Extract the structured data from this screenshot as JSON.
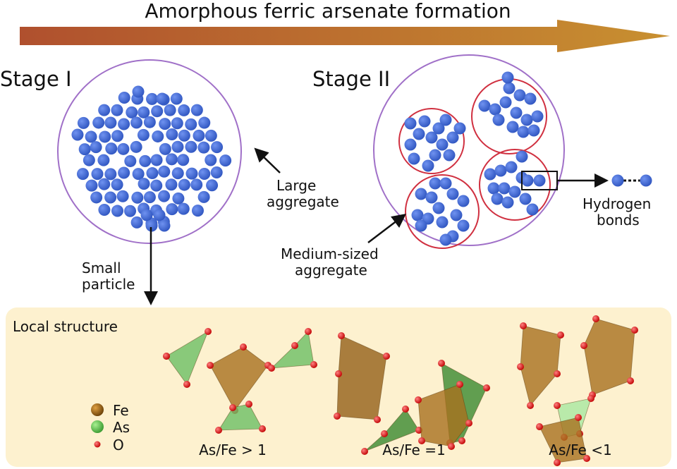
{
  "title": "Amorphous ferric arsenate formation",
  "stage1": {
    "label": "Stage I",
    "large_aggregate": [
      "Large",
      "aggregate"
    ],
    "small_particle": [
      "Small",
      "particle"
    ]
  },
  "stage2": {
    "label": "Stage II",
    "medium_aggregate": [
      "Medium-sized",
      "aggregate"
    ],
    "hydrogen_bonds": [
      "Hydrogen",
      "bonds"
    ]
  },
  "local_structure": {
    "title": "Local structure",
    "legend": [
      {
        "label": "Fe",
        "color": "#a8701a"
      },
      {
        "label": "As",
        "color": "#5dbb4f"
      },
      {
        "label": "O",
        "color": "#e02020"
      }
    ],
    "ratios": [
      "As/Fe > 1",
      "As/Fe =1",
      "As/Fe <1"
    ]
  },
  "colors": {
    "arrow_start": "#b0502e",
    "arrow_end": "#c89030",
    "particle": "#4a70d8",
    "panel_bg": "#fdf1cf",
    "aggregate_outline": "#a070c8",
    "medium_outline": "#d03040"
  }
}
